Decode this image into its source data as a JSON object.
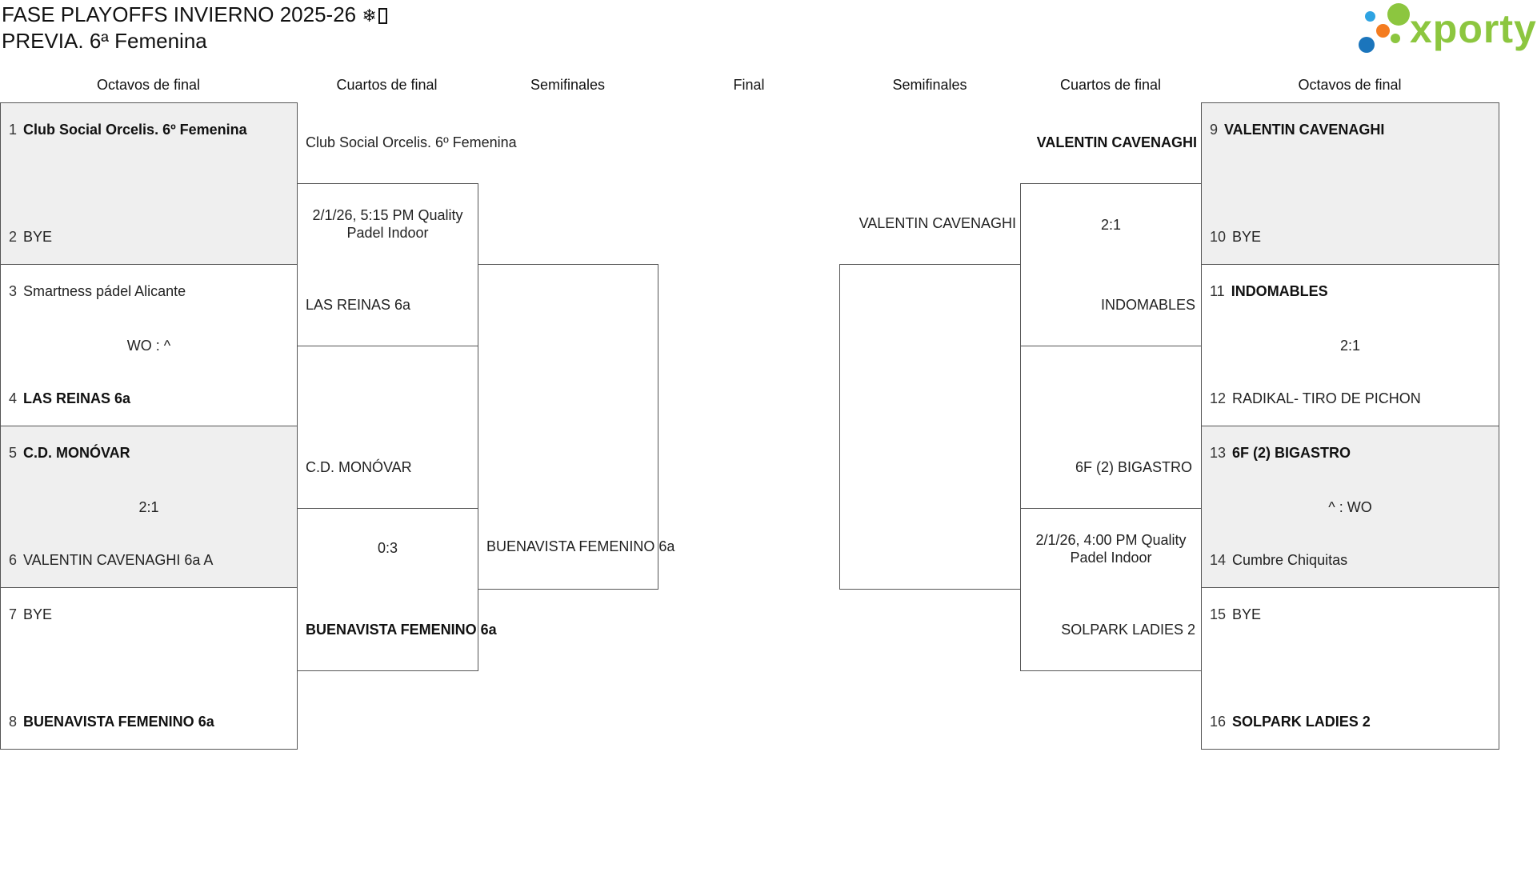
{
  "header": {
    "title_line1": "FASE PLAYOFFS INVIERNO 2025-26",
    "title_icon": "❄",
    "title_line2": "PREVIA. 6ª Femenina"
  },
  "logo": {
    "text": "xporty",
    "icon": "colored-dots-icon",
    "colors": [
      "#8cc63f",
      "#2ea3e2",
      "#f47c20",
      "#1b75bc"
    ]
  },
  "columns": {
    "left_r16": "Octavos de final",
    "left_qf": "Cuartos de final",
    "left_sf": "Semifinales",
    "final": "Final",
    "right_sf": "Semifinales",
    "right_qf": "Cuartos de final",
    "right_r16": "Octavos de final"
  },
  "left_r16": [
    {
      "top": {
        "seed": "1",
        "name": "Club Social Orcelis. 6º Femenina",
        "winner": true
      },
      "bottom": {
        "seed": "2",
        "name": "BYE",
        "winner": false
      },
      "result": ""
    },
    {
      "top": {
        "seed": "3",
        "name": "Smartness pádel Alicante",
        "winner": false
      },
      "bottom": {
        "seed": "4",
        "name": "LAS REINAS 6a",
        "winner": true
      },
      "result": "WO : ^"
    },
    {
      "top": {
        "seed": "5",
        "name": "C.D. MONÓVAR",
        "winner": true
      },
      "bottom": {
        "seed": "6",
        "name": "VALENTIN CAVENAGHI 6a A",
        "winner": false
      },
      "result": "2:1"
    },
    {
      "top": {
        "seed": "7",
        "name": "BYE",
        "winner": false
      },
      "bottom": {
        "seed": "8",
        "name": "BUENAVISTA FEMENINO 6a",
        "winner": true
      },
      "result": ""
    }
  ],
  "right_r16": [
    {
      "top": {
        "seed": "9",
        "name": "VALENTIN CAVENAGHI",
        "winner": true
      },
      "bottom": {
        "seed": "10",
        "name": "BYE",
        "winner": false
      },
      "result": ""
    },
    {
      "top": {
        "seed": "11",
        "name": "INDOMABLES",
        "winner": true
      },
      "bottom": {
        "seed": "12",
        "name": "RADIKAL- TIRO DE PICHON",
        "winner": false
      },
      "result": "2:1"
    },
    {
      "top": {
        "seed": "13",
        "name": "6F (2) BIGASTRO",
        "winner": true
      },
      "bottom": {
        "seed": "14",
        "name": "Cumbre Chiquitas",
        "winner": false
      },
      "result": "^ : WO"
    },
    {
      "top": {
        "seed": "15",
        "name": "BYE",
        "winner": false
      },
      "bottom": {
        "seed": "16",
        "name": "SOLPARK LADIES 2",
        "winner": true
      },
      "result": ""
    }
  ],
  "left_qf": [
    {
      "top": "Club Social Orcelis. 6º Femenina",
      "top_winner": false,
      "mid": "2/1/26, 5:15 PM Quality Padel Indoor",
      "bottom": "LAS REINAS 6a",
      "bottom_winner": false
    },
    {
      "top": "C.D. MONÓVAR",
      "top_winner": false,
      "mid": "0:3",
      "bottom": "BUENAVISTA FEMENINO 6a",
      "bottom_winner": true
    }
  ],
  "right_qf": [
    {
      "top": "VALENTIN CAVENAGHI",
      "top_winner": true,
      "mid": "2:1",
      "bottom": "INDOMABLES",
      "bottom_winner": false
    },
    {
      "top": "6F (2) BIGASTRO",
      "top_winner": false,
      "mid": "2/1/26, 4:00 PM Quality Padel Indoor",
      "bottom": "SOLPARK LADIES 2",
      "bottom_winner": false
    }
  ],
  "left_sf": {
    "top": "",
    "bottom": "BUENAVISTA FEMENINO 6a"
  },
  "right_sf": {
    "top": "VALENTIN CAVENAGHI",
    "bottom": ""
  }
}
